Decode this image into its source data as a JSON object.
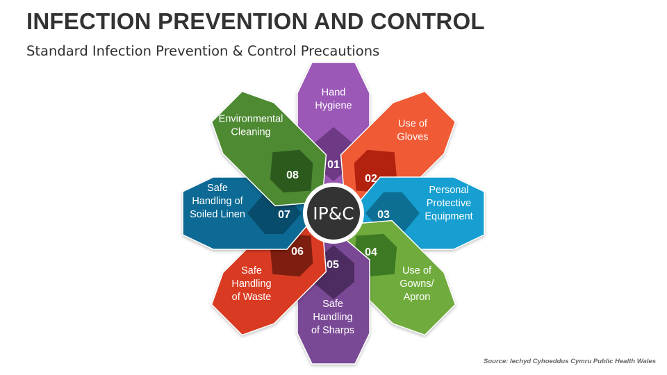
{
  "header": {
    "title": "INFECTION PREVENTION AND CONTROL",
    "subtitle": "Standard Infection Prevention & Control Precautions"
  },
  "hub": {
    "label": "IP&C",
    "color": "#333333"
  },
  "petals": [
    {
      "number": "01",
      "lines": [
        "Hand",
        "Hygiene"
      ],
      "color": "#9b59b6",
      "dark": "#6e3a85",
      "icon": "hand-hygiene"
    },
    {
      "number": "02",
      "lines": [
        "Use of",
        "Gloves"
      ],
      "color": "#f05a35",
      "dark": "#b3220f",
      "icon": "gloves"
    },
    {
      "number": "03",
      "lines": [
        "Personal",
        "Protective",
        "Equipment"
      ],
      "color": "#139fd0",
      "dark": "#0d6f93",
      "icon": "ppe"
    },
    {
      "number": "04",
      "lines": [
        "Use of",
        "Gowns/",
        "Apron"
      ],
      "color": "#6fac3c",
      "dark": "#3e7a23",
      "icon": "gown"
    },
    {
      "number": "05",
      "lines": [
        "Safe",
        "Handling",
        "of Sharps"
      ],
      "color": "#7a4a96",
      "dark": "#4d2c61",
      "icon": "sharps"
    },
    {
      "number": "06",
      "lines": [
        "Safe",
        "Handling",
        "of Waste"
      ],
      "color": "#d93a22",
      "dark": "#7e1e10",
      "icon": "waste"
    },
    {
      "number": "07",
      "lines": [
        "Safe",
        "Handling of",
        "Soiled Linen"
      ],
      "color": "#0d6a94",
      "dark": "#084c6b",
      "icon": "linen"
    },
    {
      "number": "08",
      "lines": [
        "Environmental",
        "Cleaning"
      ],
      "color": "#4d8a33",
      "dark": "#2c5a1d",
      "icon": "cleaning"
    }
  ],
  "footer": {
    "source": "Source: Iechyd Cyhoeddus Cymru Public Health Wales"
  }
}
